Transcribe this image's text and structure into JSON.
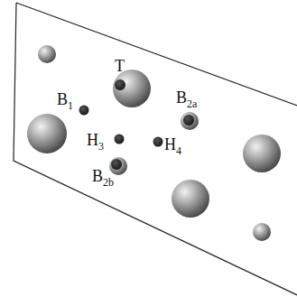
{
  "diagram": {
    "labels": [
      "T",
      "B1",
      "B2a",
      "H3",
      "H4",
      "B2b"
    ]
  }
}
